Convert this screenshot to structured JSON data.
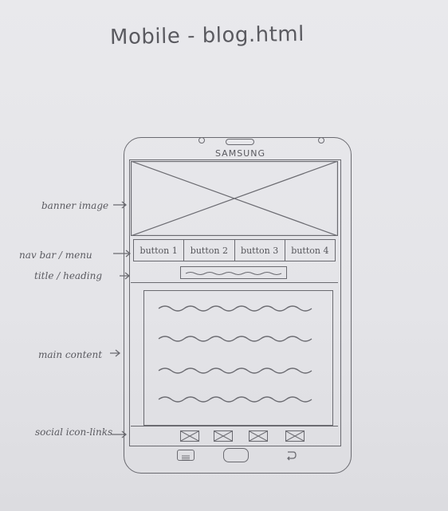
{
  "sketch_title": "Mobile - blog.html",
  "device_brand": "SAMSUNG",
  "annotations": {
    "banner": "banner image",
    "nav": "nav bar / menu",
    "title": "title / heading",
    "main": "main content",
    "social": "social icon-links"
  },
  "nav_buttons": [
    "button 1",
    "button 2",
    "button 3",
    "button 4"
  ],
  "social_icon_count": 4,
  "ink_color": "#6a6a70"
}
